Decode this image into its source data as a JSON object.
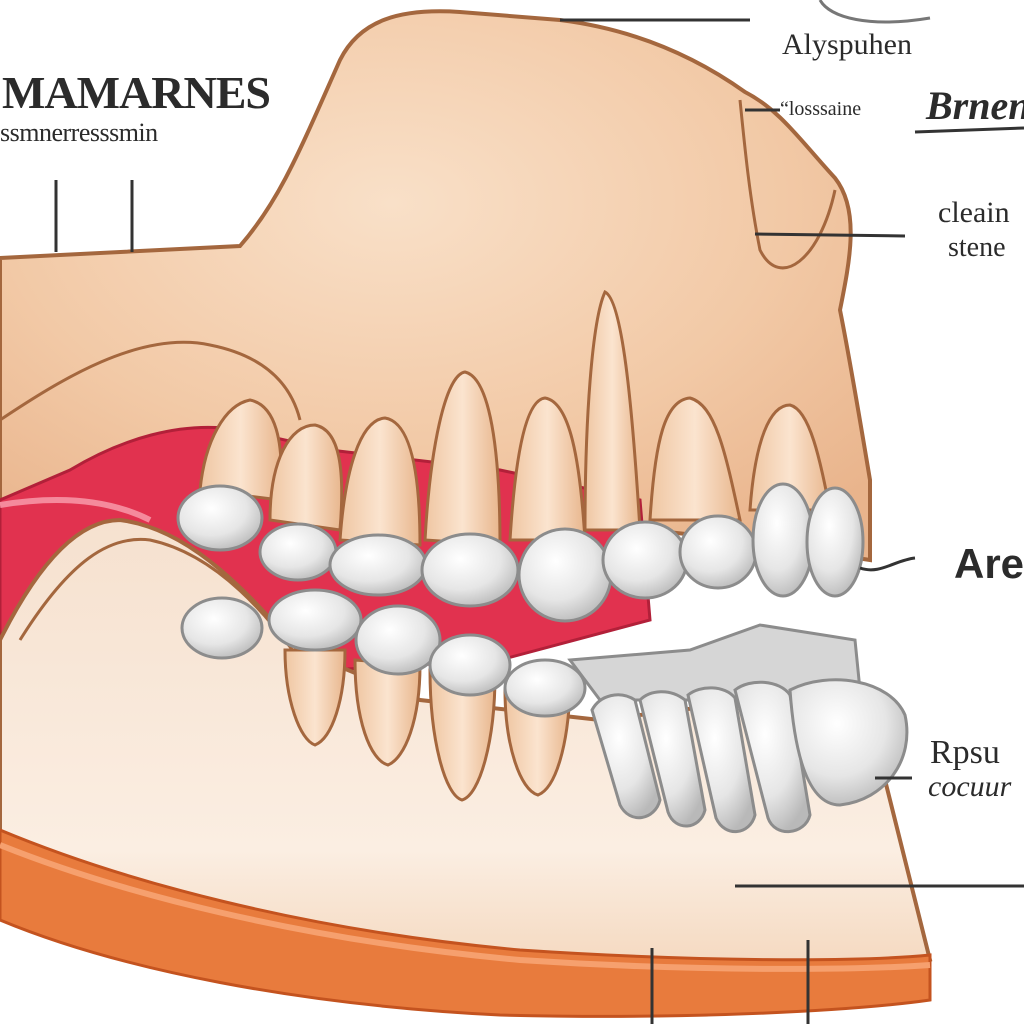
{
  "diagram": {
    "title": "MAMARNES",
    "subtitle": "ssmnerresssmin",
    "labels": [
      {
        "id": "alyspuhen",
        "text": "Alyspuhen"
      },
      {
        "id": "losaline",
        "text": "“losssaine"
      },
      {
        "id": "brnen",
        "text": "Brnen"
      },
      {
        "id": "cleain",
        "text": "cleain"
      },
      {
        "id": "stene",
        "text": "stene"
      },
      {
        "id": "are",
        "text": "Are"
      },
      {
        "id": "rpsu",
        "text": "Rpsu"
      },
      {
        "id": "cocuur",
        "text": "cocuur"
      }
    ]
  },
  "colors": {
    "background": "#ffffff",
    "skin": "#f2c9a6",
    "skin_light": "#f8dcc1",
    "outline": "#a4673e",
    "gum": "#e1324f",
    "tooth": "#dddddd",
    "tooth_outline": "#8c8c8c",
    "jaw_base": "#e87b3d",
    "leader": "#333333"
  }
}
